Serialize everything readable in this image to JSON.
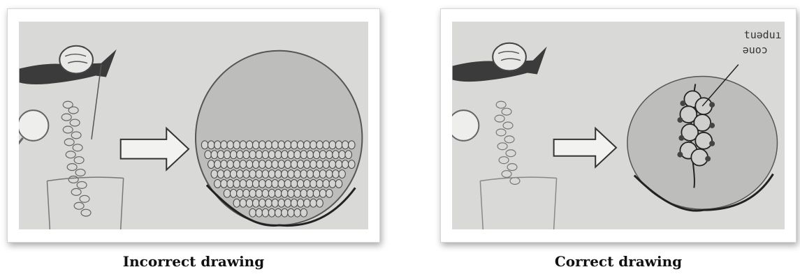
{
  "panels": [
    {
      "caption": "Incorrect drawing",
      "illustration": "hand squeezing a droplet chain into a beaker; arrow to a dish packed with rows of cells"
    },
    {
      "caption": "Correct drawing",
      "illustration": "hand squeezing a droplet chain into a beaker; arrow to a dish with a short cell cluster along a thread",
      "handwritten_note_lines": [
        "tuəduı",
        "ǝuoɔ"
      ]
    }
  ],
  "colors": {
    "photo_bg": "#d9d9d7",
    "dish_fill": "#bdbdbb",
    "ink": "#3a3a3a"
  }
}
